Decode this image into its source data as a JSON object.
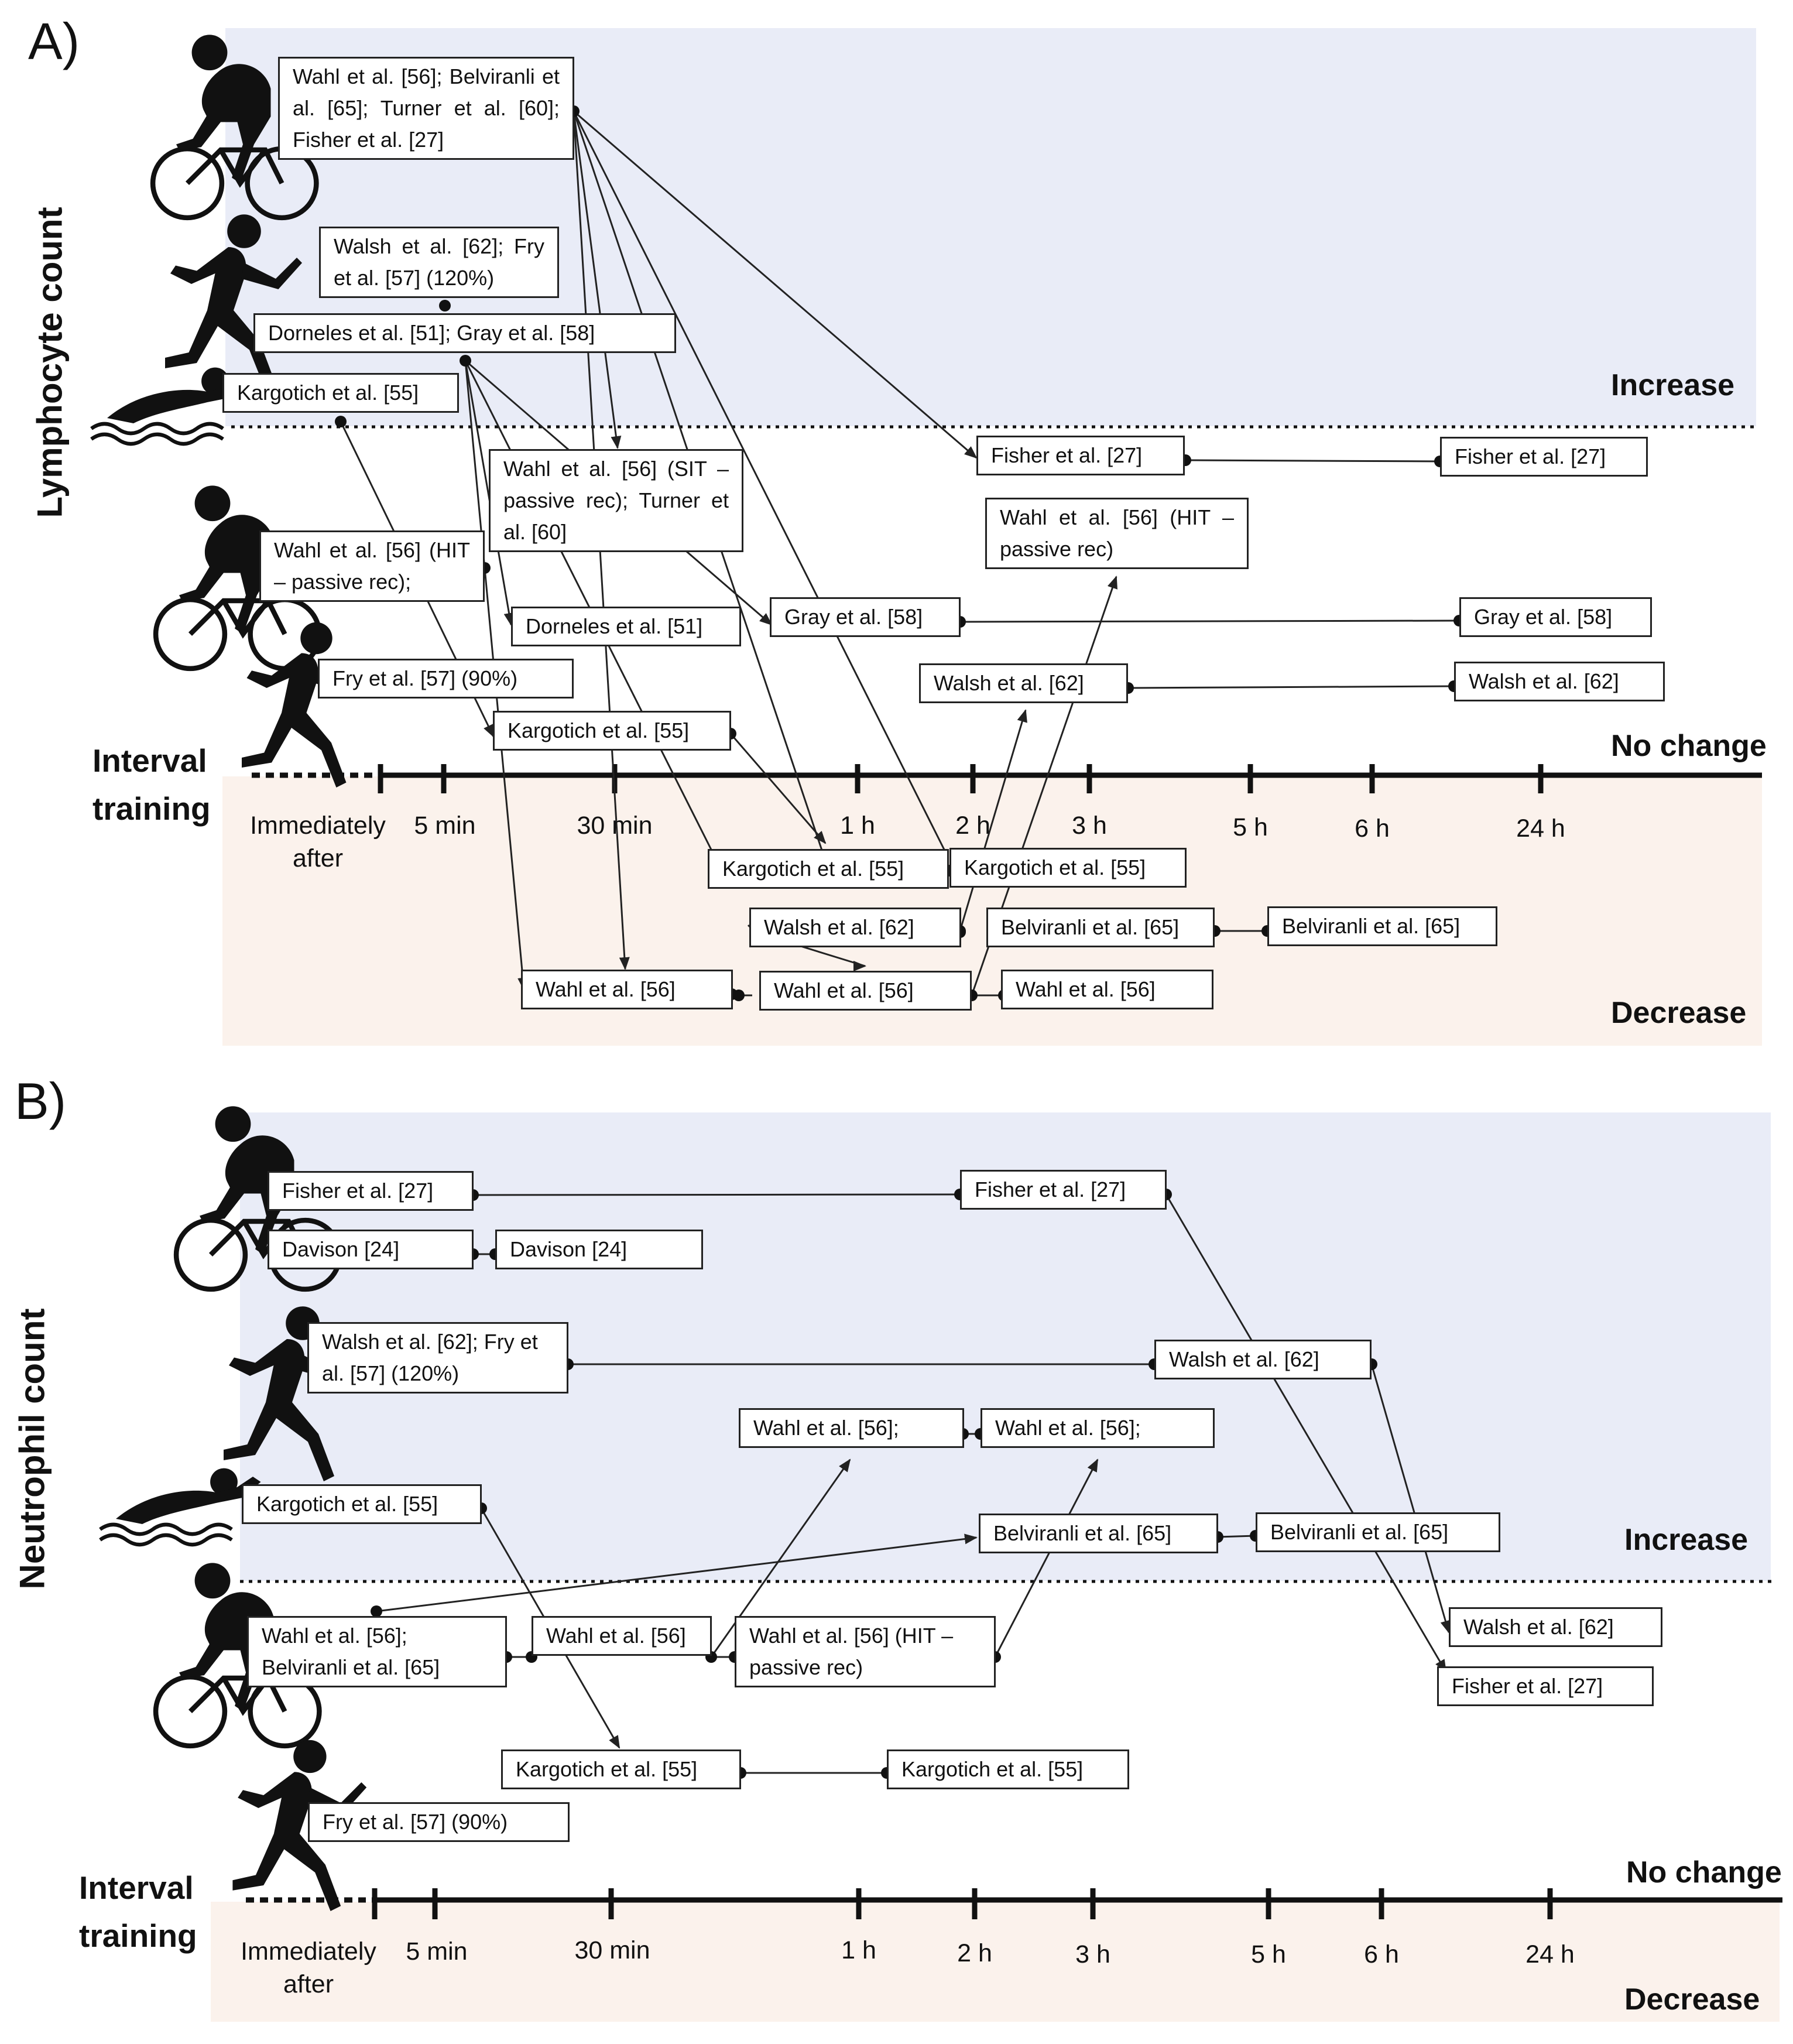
{
  "panel_a": {
    "letter": "A)",
    "y_title": "Lymphocyte count",
    "zone_increase": "Increase",
    "zone_no_change": "No change",
    "zone_decrease": "Decrease",
    "interval_label_1": "Interval",
    "interval_label_2": "training",
    "time_ticks": [
      "Immediately after",
      "5 min",
      "30 min",
      "1 h",
      "2 h",
      "3 h",
      "5 h",
      "6 h",
      "24 h"
    ],
    "boxes": {
      "a1": "Wahl et al. [56]; Belviranli et al. [65]; Turner et al. [60]; Fisher et al. [27]",
      "a2": "Walsh et al. [62]; Fry et al. [57] (120%)",
      "a3": "Dorneles et al. [51]; Gray et al. [58]",
      "a4": "Kargotich et al. [55]",
      "a5": "Fisher et al. [27]",
      "a6": "Fisher et al. [27]",
      "a7": "Wahl et al. [56] (SIT – passive rec); Turner et al. [60]",
      "a8": "Wahl et al. [56] (HIT – passive rec)",
      "a9": "Wahl et al. [56] (HIT – passive rec);",
      "a10": "Dorneles et al. [51]",
      "a11": "Gray et al. [58]",
      "a12": "Gray et al. [58]",
      "a13": "Fry et al. [57] (90%)",
      "a14": "Walsh et al. [62]",
      "a15": "Walsh et al. [62]",
      "a16": "Kargotich et al. [55]",
      "a17": "Kargotich et al. [55]",
      "a18": "Kargotich et al. [55]",
      "a19": "Walsh et al. [62]",
      "a20": "Belviranli et al. [65]",
      "a21": "Belviranli et al. [65]",
      "a22": "Wahl et al. [56]",
      "a23": "Wahl et al. [56]",
      "a24": "Wahl et al. [56]"
    }
  },
  "panel_b": {
    "letter": "B)",
    "y_title": "Neutrophil count",
    "zone_increase": "Increase",
    "zone_no_change": "No change",
    "zone_decrease": "Decrease",
    "interval_label_1": "Interval",
    "interval_label_2": "training",
    "time_ticks": [
      "Immediately after",
      "5 min",
      "30 min",
      "1 h",
      "2 h",
      "3 h",
      "5 h",
      "6 h",
      "24 h"
    ],
    "boxes": {
      "b1": "Fisher et al. [27]",
      "b2": "Fisher et al. [27]",
      "b3": "Davison [24]",
      "b4": "Davison [24]",
      "b5": "Walsh et al. [62]; Fry et al. [57] (120%)",
      "b6": "Walsh et al. [62]",
      "b7": "Wahl et al. [56];",
      "b8": "Wahl et al. [56];",
      "b9": "Kargotich et al. [55]",
      "b10": "Belviranli et al. [65]",
      "b11": "Belviranli et al. [65]",
      "b12": "Wahl et al. [56]; Belviranli et al. [65]",
      "b13": "Wahl et al. [56]",
      "b14": "Wahl et al. [56] (HIT – passive rec)",
      "b15": "Walsh et al. [62]",
      "b16": "Fisher et al. [27]",
      "b17": "Kargotich et al. [55]",
      "b18": "Kargotich et al. [55]",
      "b19": "Fry et al. [57] (90%)"
    }
  },
  "colors": {
    "increase_band": "#e9ecf7",
    "decrease_band": "#fbf2ec",
    "line": "#222222"
  },
  "icons": [
    "cyclist-icon",
    "runner-icon",
    "swimmer-icon"
  ]
}
